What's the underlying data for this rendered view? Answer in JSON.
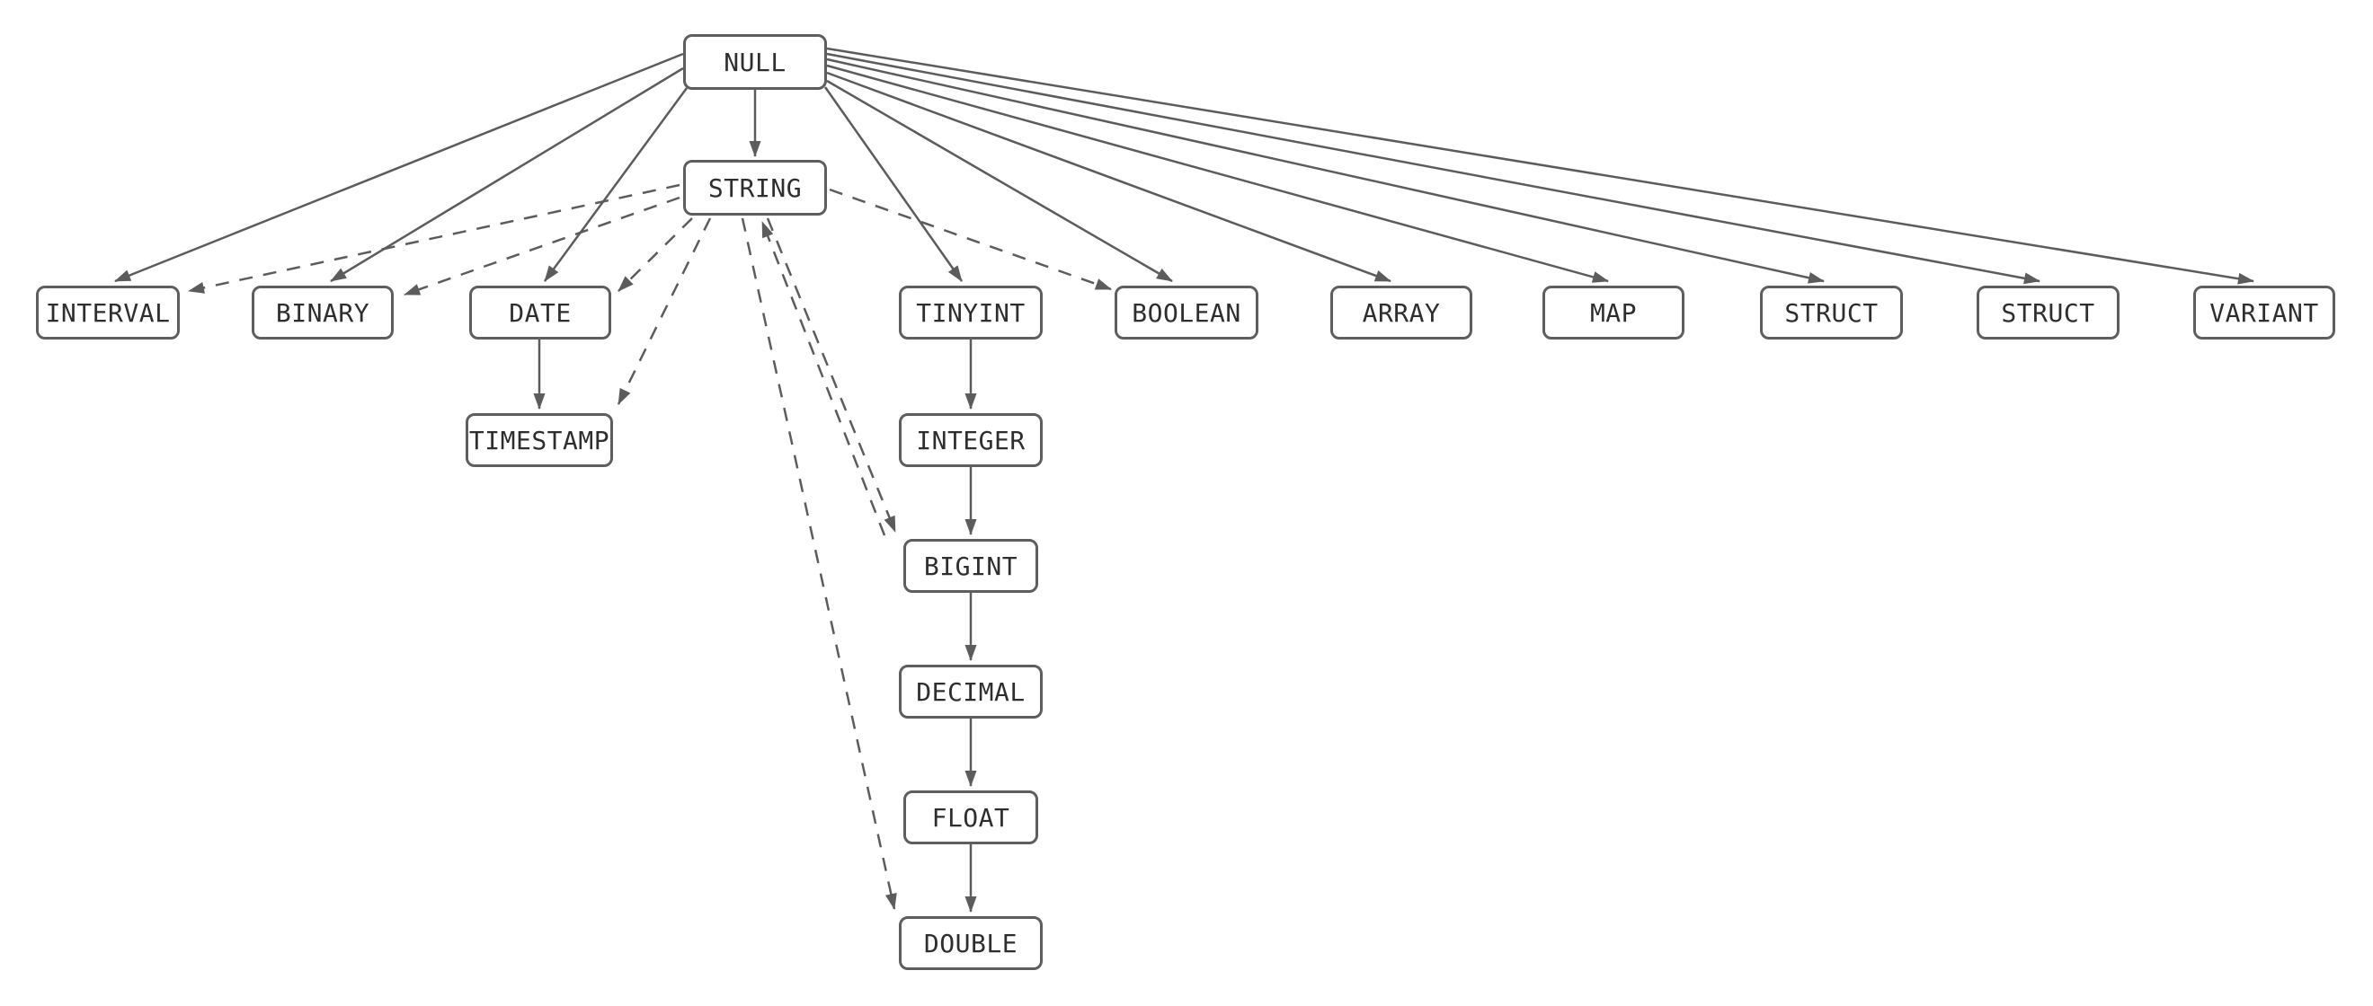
{
  "diagram": {
    "kind": "type-precedence-graph",
    "colors": {
      "background": "#ffffff",
      "node_fill": "#ffffff",
      "node_border": "#5e5e5e",
      "edge": "#5c5c5c",
      "text": "#2e2e2e"
    },
    "nodes": [
      {
        "id": "null",
        "label": "NULL"
      },
      {
        "id": "string",
        "label": "STRING"
      },
      {
        "id": "interval",
        "label": "INTERVAL"
      },
      {
        "id": "binary",
        "label": "BINARY"
      },
      {
        "id": "date",
        "label": "DATE"
      },
      {
        "id": "tinyint",
        "label": "TINYINT"
      },
      {
        "id": "boolean",
        "label": "BOOLEAN"
      },
      {
        "id": "array",
        "label": "ARRAY"
      },
      {
        "id": "map",
        "label": "MAP"
      },
      {
        "id": "struct1",
        "label": "STRUCT"
      },
      {
        "id": "struct2",
        "label": "STRUCT"
      },
      {
        "id": "variant",
        "label": "VARIANT"
      },
      {
        "id": "timestamp",
        "label": "TIMESTAMP"
      },
      {
        "id": "integer",
        "label": "INTEGER"
      },
      {
        "id": "bigint",
        "label": "BIGINT"
      },
      {
        "id": "decimal",
        "label": "DECIMAL"
      },
      {
        "id": "float",
        "label": "FLOAT"
      },
      {
        "id": "double",
        "label": "DOUBLE"
      }
    ],
    "edges": [
      {
        "from": "null",
        "to": "string",
        "style": "solid"
      },
      {
        "from": "null",
        "to": "interval",
        "style": "solid"
      },
      {
        "from": "null",
        "to": "binary",
        "style": "solid"
      },
      {
        "from": "null",
        "to": "date",
        "style": "solid"
      },
      {
        "from": "null",
        "to": "tinyint",
        "style": "solid"
      },
      {
        "from": "null",
        "to": "boolean",
        "style": "solid"
      },
      {
        "from": "null",
        "to": "array",
        "style": "solid"
      },
      {
        "from": "null",
        "to": "map",
        "style": "solid"
      },
      {
        "from": "null",
        "to": "struct1",
        "style": "solid"
      },
      {
        "from": "null",
        "to": "struct2",
        "style": "solid"
      },
      {
        "from": "null",
        "to": "variant",
        "style": "solid"
      },
      {
        "from": "date",
        "to": "timestamp",
        "style": "solid"
      },
      {
        "from": "tinyint",
        "to": "integer",
        "style": "solid"
      },
      {
        "from": "integer",
        "to": "bigint",
        "style": "solid"
      },
      {
        "from": "bigint",
        "to": "decimal",
        "style": "solid"
      },
      {
        "from": "decimal",
        "to": "float",
        "style": "solid"
      },
      {
        "from": "float",
        "to": "double",
        "style": "solid"
      },
      {
        "from": "string",
        "to": "interval",
        "style": "dashed"
      },
      {
        "from": "string",
        "to": "binary",
        "style": "dashed"
      },
      {
        "from": "string",
        "to": "date",
        "style": "dashed"
      },
      {
        "from": "string",
        "to": "timestamp",
        "style": "dashed"
      },
      {
        "from": "string",
        "to": "bigint",
        "style": "dashed"
      },
      {
        "from": "bigint",
        "to": "string",
        "style": "dashed"
      },
      {
        "from": "string",
        "to": "double",
        "style": "dashed"
      },
      {
        "from": "string",
        "to": "boolean",
        "style": "dashed"
      }
    ]
  }
}
